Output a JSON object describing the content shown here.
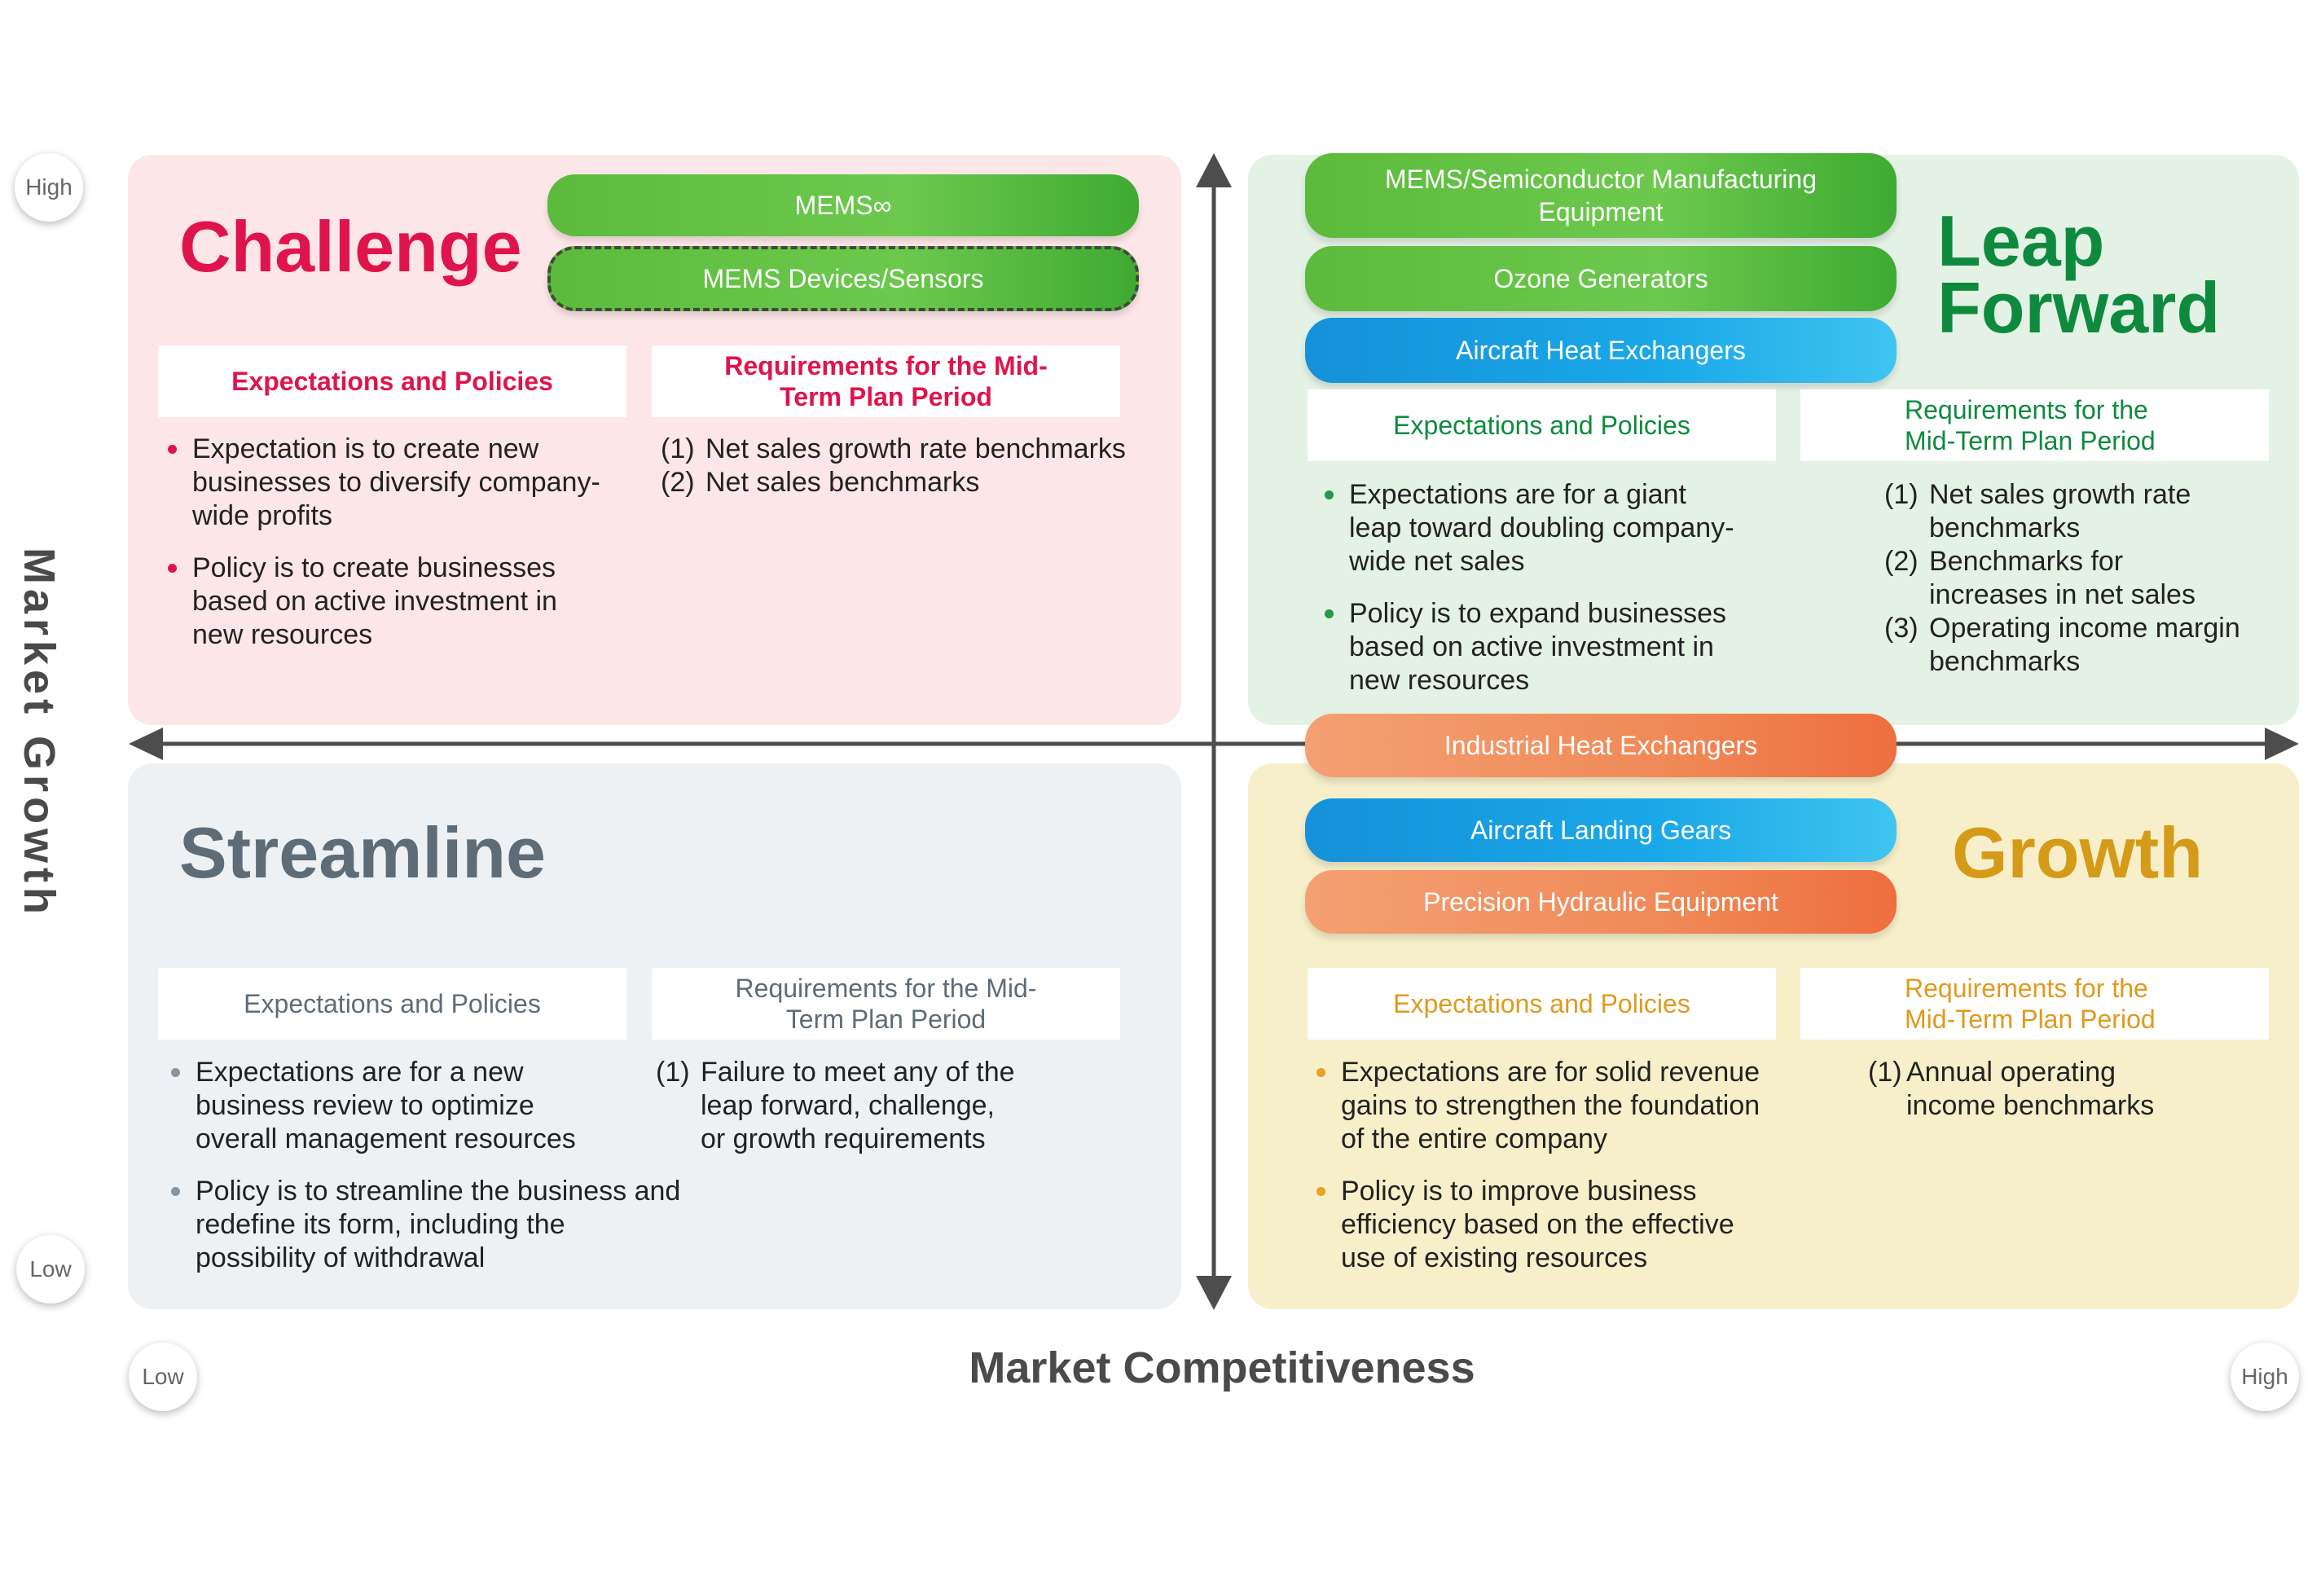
{
  "axes": {
    "x_label": "Market Competitiveness",
    "y_label": "Market Growth",
    "x_low": "Low",
    "x_high": "High",
    "y_low": "Low",
    "y_high": "High"
  },
  "challenge": {
    "title": "Challenge",
    "products": [
      "MEMS∞",
      "MEMS Devices/Sensors"
    ],
    "expectations_heading": "Expectations and Policies",
    "requirements_heading": "Requirements for the Mid-Term Plan Period",
    "bullets": [
      "Expectation is to create new businesses to diversify company-wide profits",
      "Policy is to create businesses based on active investment in new resources"
    ],
    "requirements": [
      {
        "num": "(1)",
        "text": "Net sales growth rate benchmarks"
      },
      {
        "num": "(2)",
        "text": "Net sales benchmarks"
      }
    ]
  },
  "leap_forward": {
    "title_line1": "Leap",
    "title_line2": "Forward",
    "products": [
      "MEMS/Semiconductor Manufacturing Equipment",
      "Ozone Generators",
      "Aircraft Heat Exchangers"
    ],
    "expectations_heading": "Expectations and Policies",
    "requirements_heading": "Requirements for the Mid-Term Plan Period",
    "bullets": [
      "Expectations are for a giant leap toward doubling company-wide net sales",
      "Policy is to expand businesses based on active investment in new resources"
    ],
    "requirements": [
      {
        "num": "(1)",
        "text": "Net sales growth rate benchmarks"
      },
      {
        "num": "(2)",
        "text": "Benchmarks for increases in net sales"
      },
      {
        "num": "(3)",
        "text": "Operating income margin benchmarks"
      }
    ]
  },
  "center_product": "Industrial Heat Exchangers",
  "streamline": {
    "title": "Streamline",
    "expectations_heading": "Expectations and Policies",
    "requirements_heading": "Requirements for the Mid-Term Plan Period",
    "bullets": [
      "Expectations are for a new business review to optimize overall management resources",
      "Policy is to streamline the business and redefine its form, including the possibility of withdrawal"
    ],
    "requirements": [
      {
        "num": "(1)",
        "text": "Failure to meet any of the leap forward, challenge, or growth requirements"
      }
    ]
  },
  "growth": {
    "title": "Growth",
    "products": [
      "Aircraft Landing Gears",
      "Precision Hydraulic Equipment"
    ],
    "expectations_heading": "Expectations and Policies",
    "requirements_heading": "Requirements for the Mid-Term Plan Period",
    "bullets": [
      "Expectations are for solid revenue gains to strengthen the foundation of the entire company",
      "Policy is to improve business efficiency based on the effective use of existing resources"
    ],
    "requirements": [
      {
        "num": "(1)",
        "text": "Annual operating income benchmarks"
      }
    ]
  },
  "colors": {
    "challenge": "#e0144c",
    "leap_forward": "#0e8a3e",
    "streamline": "#5e6c78",
    "growth": "#d59a18",
    "green_pill": "#5cba3c",
    "blue_pill": "#1aa8e8",
    "orange_pill": "#f08a58"
  }
}
